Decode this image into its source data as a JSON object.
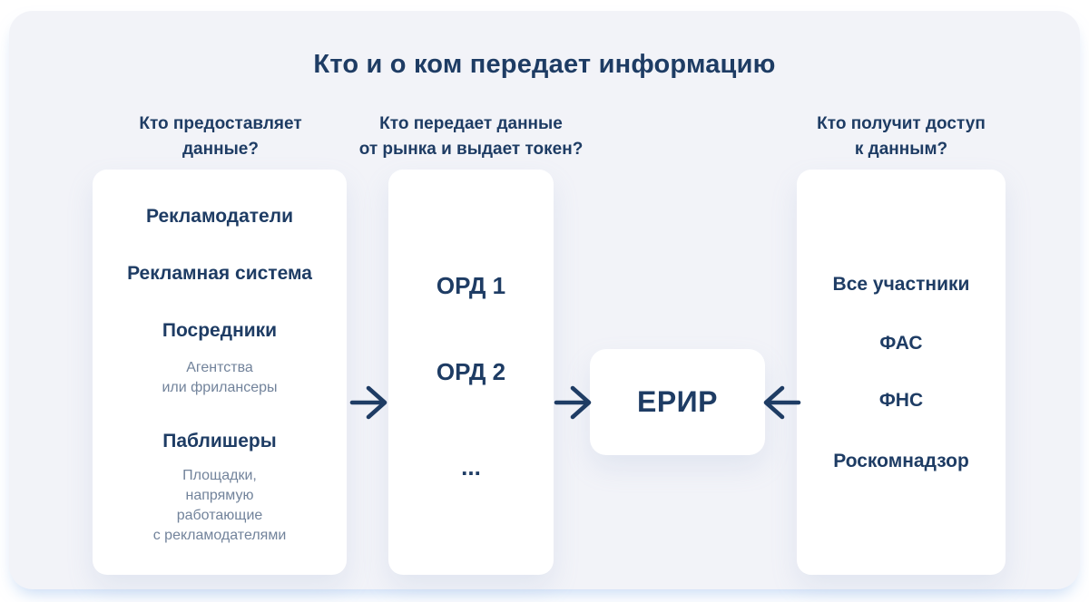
{
  "title": "Кто и о ком передает информацию",
  "colors": {
    "background": "#f2f3f8",
    "card": "#ffffff",
    "text_primary": "#1e3c64",
    "text_muted": "#72839b"
  },
  "columns": [
    {
      "id": "providers",
      "header_lines": [
        "Кто предоставляет",
        "данные?"
      ],
      "items": [
        {
          "label": "Рекламодатели"
        },
        {
          "label": "Рекламная система"
        },
        {
          "label": "Посредники",
          "sublabel_lines": [
            "Агентства",
            "или фрилансеры"
          ]
        },
        {
          "label": "Паблишеры",
          "sublabel_lines": [
            "Площадки,",
            "напрямую",
            "работающие",
            "с рекламодателями"
          ]
        }
      ]
    },
    {
      "id": "ord",
      "header_lines": [
        "Кто передает данные",
        "от рынка и выдает токен?"
      ],
      "items": [
        {
          "label": "ОРД 1"
        },
        {
          "label": "ОРД 2"
        },
        {
          "label": "..."
        }
      ]
    },
    {
      "id": "recipients",
      "header_lines": [
        "Кто получит доступ",
        "к данным?"
      ],
      "items": [
        {
          "label": "Все участники"
        },
        {
          "label": "ФАС"
        },
        {
          "label": "ФНС"
        },
        {
          "label": "Роскомнадзор"
        }
      ]
    }
  ],
  "center_node": {
    "label": "ЕРИР"
  },
  "icons": [
    "arrow-right-icon",
    "arrow-right-icon",
    "arrow-left-icon"
  ]
}
